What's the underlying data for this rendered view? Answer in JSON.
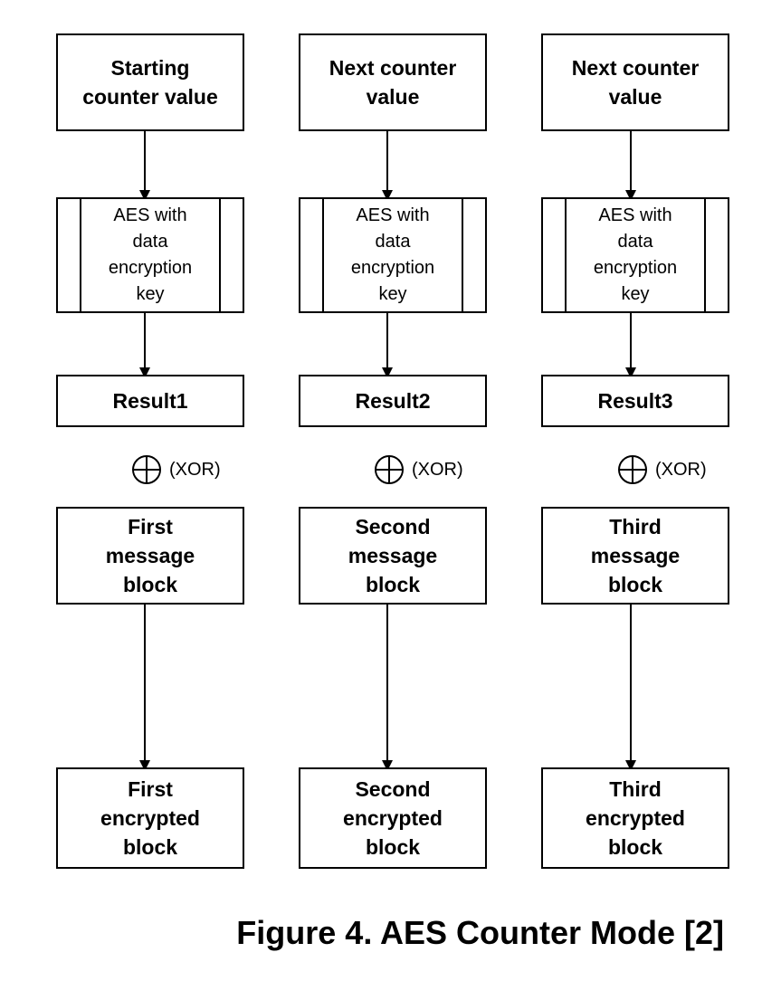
{
  "columns": [
    {
      "counter_label": "Starting\ncounter value",
      "aes_label": "AES with\ndata\nencryption\nkey",
      "result_label": "Result1",
      "xor_label": "(XOR)",
      "message_label": "First\nmessage\nblock",
      "encrypted_label": "First\nencrypted\nblock"
    },
    {
      "counter_label": "Next counter\nvalue",
      "aes_label": "AES with\ndata\nencryption\nkey",
      "result_label": "Result2",
      "xor_label": "(XOR)",
      "message_label": "Second\nmessage\nblock",
      "encrypted_label": "Second\nencrypted\nblock"
    },
    {
      "counter_label": "Next counter\nvalue",
      "aes_label": "AES with\ndata\nencryption\nkey",
      "result_label": "Result3",
      "xor_label": "(XOR)",
      "message_label": "Third\nmessage\nblock",
      "encrypted_label": "Third\nencrypted\nblock"
    }
  ],
  "caption": "Figure 4. AES Counter Mode [2]",
  "icons": {
    "xor": "circle-plus-icon",
    "arrow": "arrow-down-icon"
  },
  "colors": {
    "line": "#000000",
    "background": "#ffffff"
  }
}
